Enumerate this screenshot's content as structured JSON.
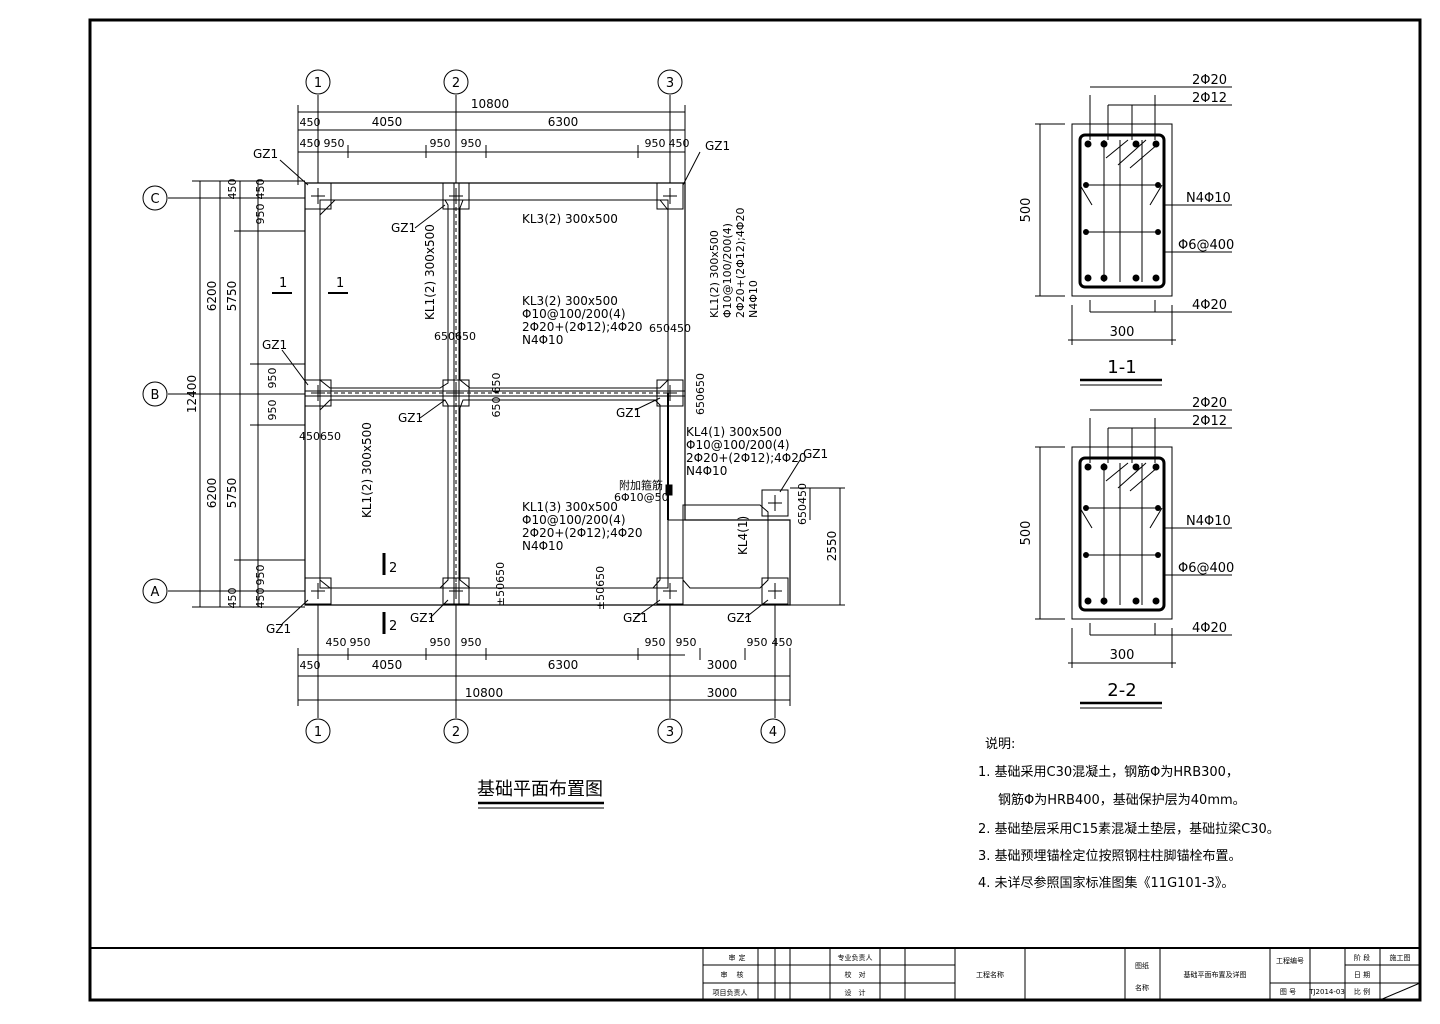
{
  "plan": {
    "title": "基础平面布置图",
    "axes_top": [
      "1",
      "2",
      "3"
    ],
    "axes_bottom": [
      "1",
      "2",
      "3",
      "4"
    ],
    "axes_left": [
      "C",
      "B",
      "A"
    ],
    "dims_top": {
      "total": "10800",
      "span12": "4050",
      "span23": "6300",
      "e1": "450",
      "e2": "950",
      "e3": "950",
      "e4": "950",
      "e5": "950",
      "e6": "450"
    },
    "dims_bottom": {
      "e1": "450",
      "e2": "950",
      "e3": "950",
      "e4": "950",
      "e5": "950",
      "e6": "950",
      "e7": "950",
      "e8": "450",
      "s1": "450",
      "s2": "4050",
      "s3": "6300",
      "s4": "3000",
      "total": "10800",
      "t2": "3000"
    },
    "dims_left": {
      "total": "12400",
      "ab": "6200",
      "bc": "6200",
      "i1": "5750",
      "i2": "5750",
      "c1": "450",
      "c2": "450",
      "c3": "950",
      "b1": "950",
      "b2": "950",
      "a1": "950",
      "a2": "450"
    },
    "dims_right": {
      "d1": "650450",
      "d2": "2550"
    },
    "inner_dims": {
      "b_top": "650650",
      "b_left": "450650",
      "b_mid": "650",
      "b_mid2": "650",
      "c3r": "650450",
      "c3b": "650650",
      "a2": "±50650",
      "a3": "±50650"
    },
    "column_label": "GZ1",
    "section_marks": {
      "s1": "1",
      "s2": "2"
    },
    "beams": {
      "kl3_top": "KL3(2) 300x500",
      "kl1_left_top": "KL1(2) 300x500",
      "kl1_left_bot": "KL1(2) 300x500",
      "kl1_right": [
        "KL1(2) 300x500",
        "Φ10@100/200(4)",
        "2Φ20+(2Φ12);4Φ20",
        "N4Φ10"
      ],
      "kl3_mid": [
        "KL3(2) 300x500",
        "Φ10@100/200(4)",
        "2Φ20+(2Φ12);4Φ20",
        "N4Φ10"
      ],
      "kl4": [
        "KL4(1) 300x500",
        "Φ10@100/200(4)",
        "2Φ20+(2Φ12);4Φ20",
        "N4Φ10"
      ],
      "kl1_3": [
        "KL1(3) 300x500",
        "Φ10@100/200(4)",
        "2Φ20+(2Φ12);4Φ20",
        "N4Φ10"
      ],
      "kl4_short": "KL4(1)",
      "extra1": "附加箍筋",
      "extra2": "6Φ10@50"
    }
  },
  "sections": [
    {
      "title": "1-1",
      "top1": "2Φ20",
      "top2": "2Φ12",
      "mid": "N4Φ10",
      "stir": "Φ6@400",
      "bottom": "4Φ20",
      "width": "300",
      "height": "500"
    },
    {
      "title": "2-2",
      "top1": "2Φ20",
      "top2": "2Φ12",
      "mid": "N4Φ10",
      "stir": "Φ6@400",
      "bottom": "4Φ20",
      "width": "300",
      "height": "500"
    }
  ],
  "notes": {
    "heading": "说明:",
    "items": [
      "1. 基础采用C30混凝土，钢筋Φ为HRB300，",
      "钢筋Φ为HRB400，基础保护层为40mm。",
      "2. 基础垫层采用C15素混凝土垫层，基础拉梁C30。",
      "3. 基础预埋锚栓定位按照钢柱柱脚锚栓布置。",
      "4. 未详尽参照国家标准图集《11G101-3》。"
    ]
  },
  "title_block": {
    "r1": [
      "审",
      "定",
      "专业负责人"
    ],
    "r2": [
      "审",
      "核",
      "校",
      "对"
    ],
    "r3": [
      "项目负责人",
      "设",
      "计"
    ],
    "project": "工程名称",
    "drawing": "图纸",
    "name": "名称",
    "drawing_name": "基础平面布置及详图",
    "proj_no": "工程编号",
    "stage": "阶 段",
    "stage_val": "施工图",
    "date": "日 期",
    "fig": "图 号",
    "fig_val": "TJ2014-03",
    "scale": "比 例"
  }
}
